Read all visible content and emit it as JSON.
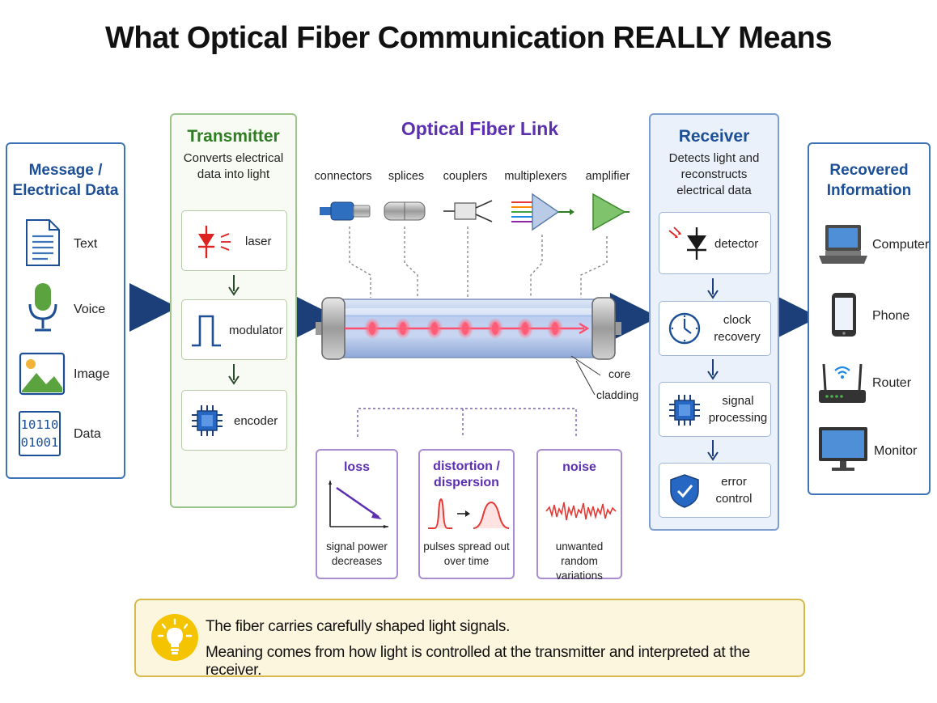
{
  "title": "What Optical Fiber Communication REALLY Means",
  "message": {
    "heading": "Message /\nElectrical Data",
    "items": [
      {
        "label": "Text",
        "icon": "document-icon"
      },
      {
        "label": "Voice",
        "icon": "microphone-icon"
      },
      {
        "label": "Image",
        "icon": "image-icon"
      },
      {
        "label": "Data",
        "icon": "binary-data-icon",
        "glyph_lines": [
          "10110",
          "01001"
        ]
      }
    ]
  },
  "transmitter": {
    "heading": "Transmitter",
    "subtitle": "Converts electrical\ndata into light",
    "stages": [
      {
        "label": "laser",
        "icon": "laser-diode-icon"
      },
      {
        "label": "modulator",
        "icon": "pulse-icon"
      },
      {
        "label": "encoder",
        "icon": "chip-icon"
      }
    ]
  },
  "link": {
    "heading": "Optical Fiber Link",
    "components": [
      "connectors",
      "splices",
      "couplers",
      "multiplexers",
      "amplifier"
    ],
    "core_label": "core",
    "cladding_label": "cladding",
    "impairments": [
      {
        "title": "loss",
        "desc": "signal power\ndecreases",
        "icon": "loss-graph-icon"
      },
      {
        "title": "distortion /\ndispersion",
        "desc": "pulses spread out\nover time",
        "icon": "pulse-spread-icon"
      },
      {
        "title": "noise",
        "desc": "unwanted\nrandom variations",
        "icon": "noise-wave-icon"
      }
    ]
  },
  "receiver": {
    "heading": "Receiver",
    "subtitle": "Detects light and\nreconstructs\nelectrical data",
    "stages": [
      {
        "label": "detector",
        "icon": "photodiode-icon"
      },
      {
        "label": "clock\nrecovery",
        "icon": "clock-icon"
      },
      {
        "label": "signal\nprocessing",
        "icon": "chip-icon"
      },
      {
        "label": "error\ncontrol",
        "icon": "shield-check-icon"
      }
    ]
  },
  "recovered": {
    "heading": "Recovered\nInformation",
    "items": [
      {
        "label": "Computer",
        "icon": "laptop-icon"
      },
      {
        "label": "Phone",
        "icon": "phone-icon"
      },
      {
        "label": "Router",
        "icon": "router-icon"
      },
      {
        "label": "Monitor",
        "icon": "monitor-icon"
      }
    ]
  },
  "note": {
    "line1": "The fiber carries carefully shaped light signals.",
    "line2": "Meaning comes from how light is controlled at the transmitter and interpreted at the receiver.",
    "icon": "lightbulb-icon"
  },
  "colors": {
    "blue": "#1c4f96",
    "green": "#2f7d22",
    "purple": "#5b2fb0",
    "gold": "#d7b84a",
    "light_pulse": "#ff4d6d"
  }
}
